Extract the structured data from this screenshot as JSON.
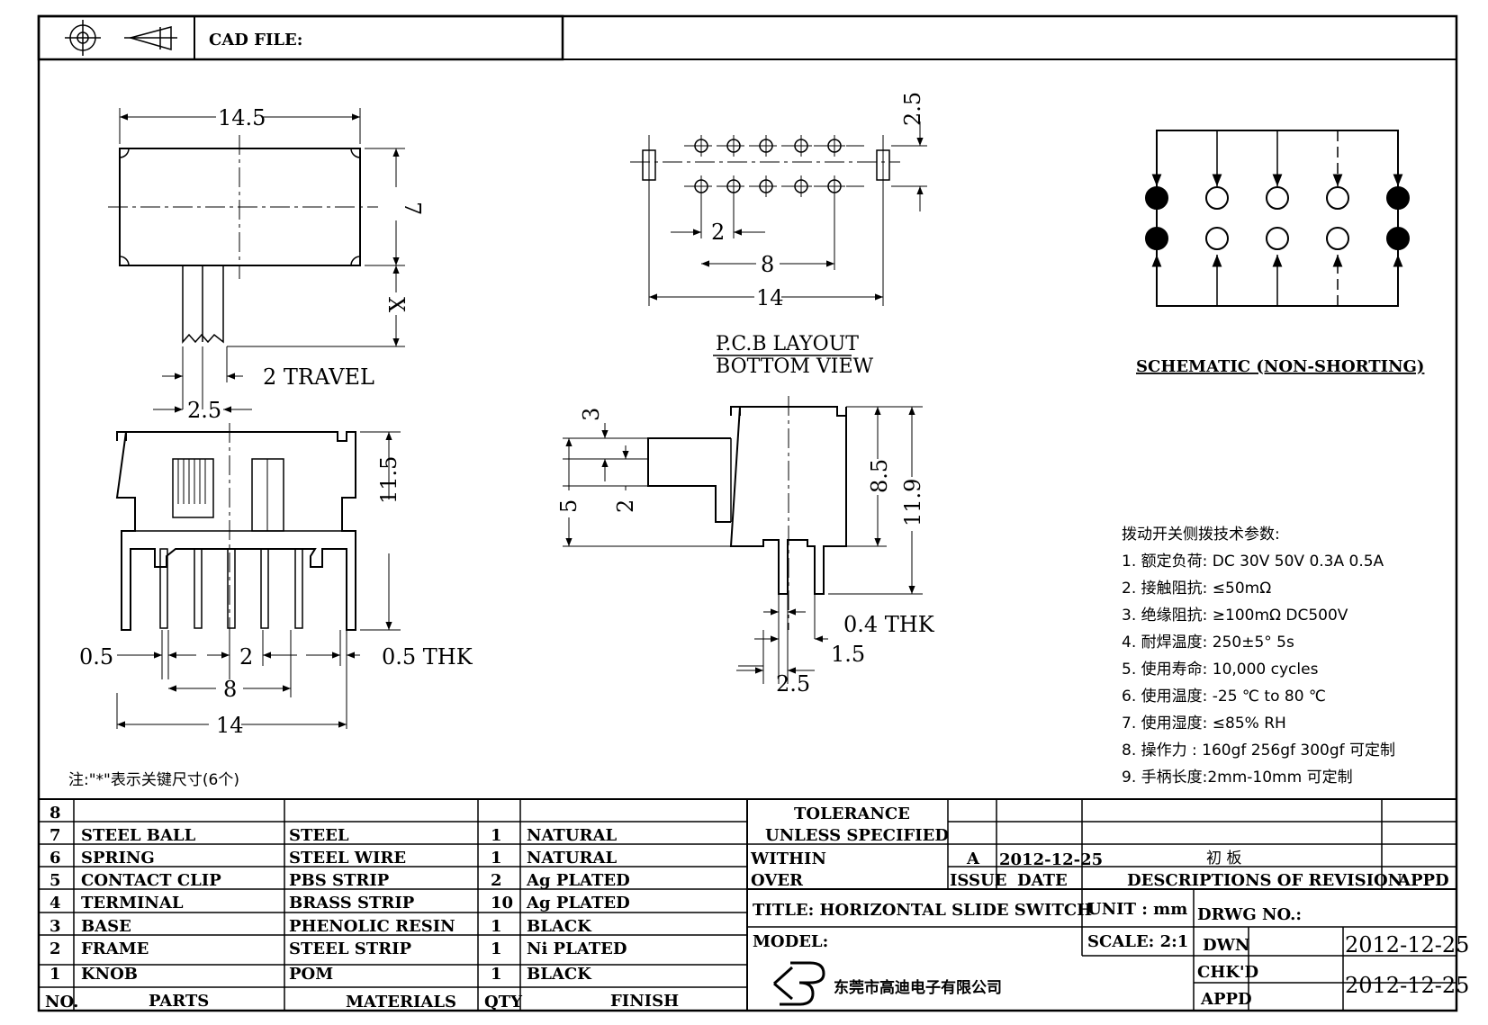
{
  "header": {
    "cad_label": "CAD FILE:"
  },
  "top_view": {
    "width": "14.5",
    "height": "7",
    "x_label": "X",
    "travel": "2 TRAVEL",
    "knob_width": "2.5"
  },
  "pcb": {
    "pitch_top": "2.5",
    "pitch": "2",
    "span": "8",
    "total": "14",
    "title_1": "P.C.B LAYOUT",
    "title_2": "BOTTOM VIEW"
  },
  "schematic": {
    "title": "SCHEMATIC (NON-SHORTING)"
  },
  "front_view": {
    "height": "11.5",
    "pin_left": "0.5",
    "pitch": "2",
    "thk": "0.5 THK",
    "span": "8",
    "total": "14"
  },
  "side_view": {
    "d3": "3",
    "d5": "5",
    "d2": "2",
    "d85": "8.5",
    "d119": "11.9",
    "thk": "0.4 THK",
    "d15": "1.5",
    "d25": "2.5"
  },
  "note": "注:\"*\"表示关键尺寸(6个)",
  "specs": {
    "title": "拨动开关侧拨技术参数:",
    "items": [
      "1.  额定负荷: DC 30V    50V    0.3A    0.5A",
      "2.  接触阻抗: ≤50mΩ",
      "3.  绝缘阻抗: ≥100mΩ   DC500V",
      "4.  耐焊温度: 250±5°  5s",
      "5.  使用寿命: 10,000 cycles",
      "6.  使用温度: -25 ℃  to 80 ℃",
      "7.  使用湿度: ≤85% RH",
      "8.  操作力 : 160gf    256gf    300gf  可定制",
      "9.  手柄长度:2mm-10mm   可定制"
    ]
  },
  "bom": {
    "headers": {
      "no": "NO.",
      "parts": "PARTS",
      "materials": "MATERIALS",
      "qty": "QTY",
      "finish": "FINISH"
    },
    "rows": [
      {
        "no": "8",
        "part": "",
        "material": "",
        "qty": "",
        "finish": ""
      },
      {
        "no": "7",
        "part": "STEEL BALL",
        "material": "STEEL",
        "qty": "1",
        "finish": "NATURAL"
      },
      {
        "no": "6",
        "part": "SPRING",
        "material": "STEEL WIRE",
        "qty": "1",
        "finish": "NATURAL"
      },
      {
        "no": "5",
        "part": "CONTACT CLIP",
        "material": "PBS STRIP",
        "qty": "2",
        "finish": "Ag PLATED"
      },
      {
        "no": "4",
        "part": "TERMINAL",
        "material": "BRASS STRIP",
        "qty": "10",
        "finish": "Ag PLATED"
      },
      {
        "no": "3",
        "part": "BASE",
        "material": "PHENOLIC RESIN",
        "qty": "1",
        "finish": "BLACK"
      },
      {
        "no": "2",
        "part": "FRAME",
        "material": "STEEL STRIP",
        "qty": "1",
        "finish": "Ni PLATED"
      },
      {
        "no": "1",
        "part": "KNOB",
        "material": "POM",
        "qty": "1",
        "finish": "BLACK"
      }
    ]
  },
  "title_block": {
    "tol_1": "TOLERANCE",
    "tol_2": "UNLESS   SPECIFIED",
    "within": "WITHIN",
    "over": "OVER",
    "rev_letter": "A",
    "rev_date": "2012-12-25",
    "rev_desc": "初 板",
    "issue": "ISSUE",
    "date": "DATE",
    "desc_rev": "DESCRIPTIONS OF REVISION",
    "appd": "APPD",
    "title": "TITLE: HORIZONTAL SLIDE SWITCH",
    "unit": "UNIT : mm",
    "drwg_no": "DRWG NO.:",
    "model": "MODEL:",
    "scale": "SCALE: 2:1",
    "dwn": "DWN",
    "dwn_date": "2012-12-25",
    "chkd": "CHK'D",
    "appd2": "APPD",
    "chk_date": "2012-12-25",
    "company": "东莞市高迪电子有限公司"
  }
}
